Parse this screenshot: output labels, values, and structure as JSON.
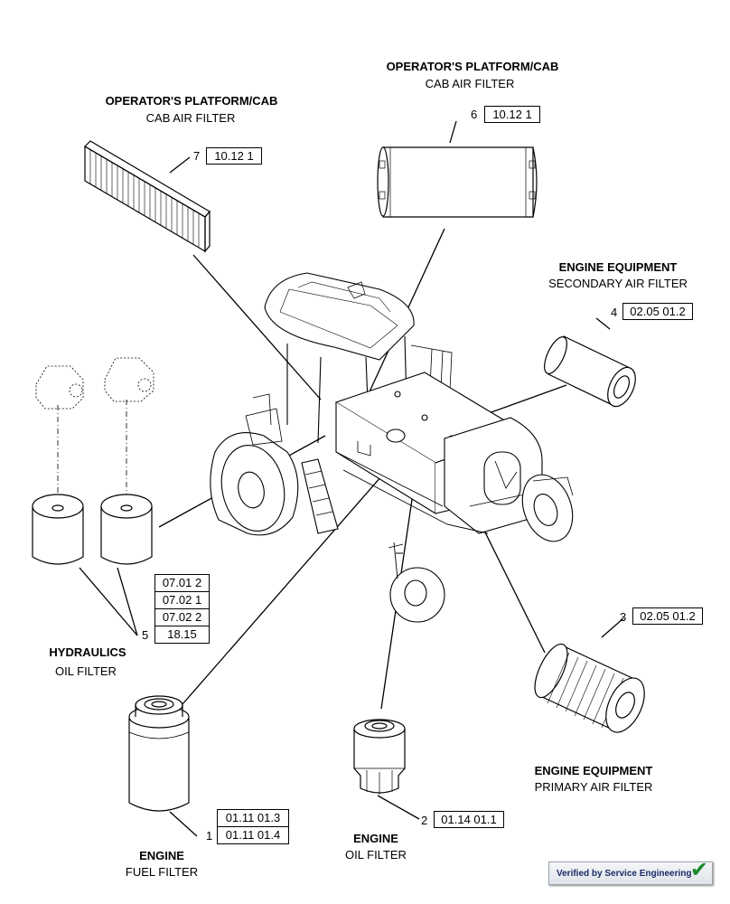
{
  "callouts": {
    "cab_filter_left": {
      "group": "OPERATOR'S PLATFORM/CAB",
      "name": "CAB AIR FILTER",
      "item": "7",
      "refs": [
        "10.12 1"
      ]
    },
    "cab_filter_right": {
      "group": "OPERATOR'S PLATFORM/CAB",
      "name": "CAB AIR FILTER",
      "item": "6",
      "refs": [
        "10.12 1"
      ]
    },
    "secondary_air_filter": {
      "group": "ENGINE EQUIPMENT",
      "name": "SECONDARY AIR FILTER",
      "item": "4",
      "refs": [
        "02.05 01.2"
      ]
    },
    "primary_air_filter": {
      "group": "ENGINE EQUIPMENT",
      "name": "PRIMARY AIR FILTER",
      "item": "3",
      "refs": [
        "02.05 01.2"
      ]
    },
    "hydraulic_oil_filter": {
      "group": "HYDRAULICS",
      "name": "OIL FILTER",
      "item": "5",
      "refs": [
        "07.01 2",
        "07.02 1",
        "07.02 2",
        "18.15"
      ]
    },
    "engine_oil_filter": {
      "group": "ENGINE",
      "name": "OIL FILTER",
      "item": "2",
      "refs": [
        "01.14 01.1"
      ]
    },
    "engine_fuel_filter": {
      "group": "ENGINE",
      "name": "FUEL FILTER",
      "item": "1",
      "refs": [
        "01.11 01.3",
        "01.11 01.4"
      ]
    }
  },
  "badge": {
    "label": "Verified by Service Engineering",
    "icon": "check-icon",
    "accent": "#1c8a2e"
  },
  "colors": {
    "line": "#000000",
    "background": "#ffffff"
  }
}
